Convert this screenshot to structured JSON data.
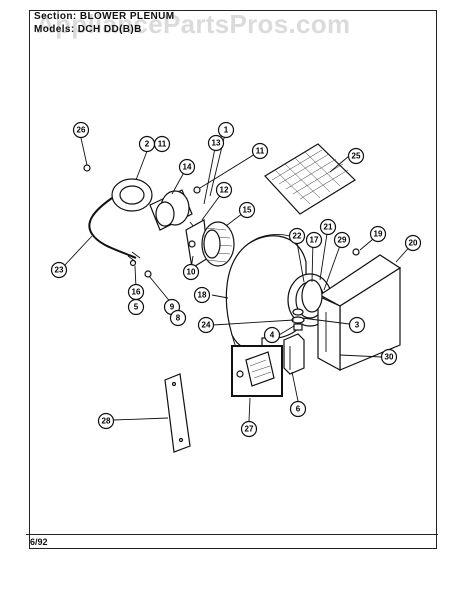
{
  "header": {
    "section_label": "Section:",
    "section_value": "BLOWER PLENUM",
    "models_label": "Models:",
    "models_value": "DCH DD(B)B"
  },
  "watermark": "AppliancePartsPros.com",
  "footer": {
    "date": "6/92"
  },
  "callouts": [
    "1",
    "2",
    "3",
    "4",
    "5",
    "6",
    "8",
    "9",
    "10",
    "11",
    "11",
    "12",
    "13",
    "14",
    "15",
    "16",
    "17",
    "18",
    "19",
    "20",
    "21",
    "22",
    "23",
    "24",
    "25",
    "26",
    "27",
    "28",
    "29",
    "30"
  ],
  "icons": [
    "screw-icon",
    "wire-harness-icon",
    "motor-icon",
    "blower-wheel-icon",
    "filter-icon",
    "access-panel-icon"
  ]
}
